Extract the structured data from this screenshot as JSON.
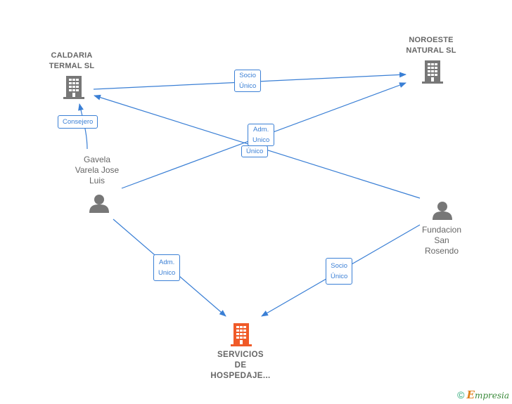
{
  "nodes": {
    "caldaria": {
      "label": "CALDARIA\nTERMAL SL",
      "icon": "building-icon",
      "color": "#777777"
    },
    "noroeste": {
      "label": "NOROESTE\nNATURAL  SL",
      "icon": "building-icon",
      "color": "#777777"
    },
    "gavela": {
      "label": "Gavela\nVarela Jose\nLuis",
      "icon": "person-icon",
      "color": "#777777"
    },
    "fundacion": {
      "label": "Fundacion\nSan\nRosendo",
      "icon": "person-icon",
      "color": "#777777"
    },
    "servicios": {
      "label": "SERVICIOS\nDE\nHOSPEDAJE...",
      "icon": "building-icon",
      "color": "#f05a28"
    }
  },
  "edges": {
    "e1": "Socio\nÚnico",
    "e2": "Consejero",
    "e3": "Adm.\nUnico",
    "e4": "Único",
    "e5": "Adm.\nUnico",
    "e6": "Socio\nÚnico"
  },
  "colors": {
    "edge": "#3a7fd5",
    "node": "#777777",
    "highlight": "#f05a28"
  },
  "footer": {
    "copyright": "©",
    "brand_e": "E",
    "brand_rest": "mpresia"
  }
}
